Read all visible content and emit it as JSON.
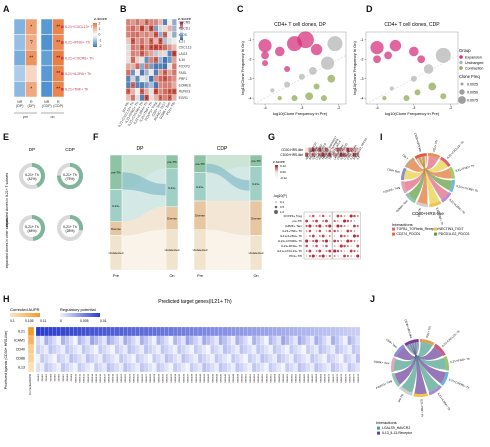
{
  "panel_labels": [
    "A",
    "B",
    "C",
    "D",
    "E",
    "F",
    "G",
    "H",
    "I",
    "J"
  ],
  "panelA": {
    "legend_title": "z-score",
    "legend_ticks": [
      "2",
      "1",
      "0",
      "-1",
      "-2"
    ],
    "group_labels": [
      "pre",
      "on"
    ],
    "col_labels": [
      "NR (DP)",
      "R (DP)",
      "NR (CDP)",
      "R (CDP)"
    ],
    "row_labels": [
      "IL21+CXCL13+ Th",
      "IL21+IFNG+ Th",
      "IL21+CXCR6+ Th",
      "IL21+IL2RA+ Th",
      "IL21+TNF+ Th"
    ],
    "marks": [
      [
        "",
        "*",
        "",
        "**"
      ],
      [
        "",
        "?",
        "",
        "**"
      ],
      [
        "",
        "**",
        "",
        "**"
      ],
      [
        "",
        "",
        "",
        "**"
      ],
      [
        "",
        "*",
        "",
        "**"
      ]
    ],
    "colors": {
      "high": "#e9773a",
      "low": "#2f7fc9"
    }
  },
  "panelB": {
    "row_labels": [
      "CXCR5",
      "PDCD1",
      "ICOS",
      "IL21",
      "CXCL13",
      "LAG3",
      "IL10",
      "FOXP3",
      "FASL",
      "PRF1",
      "EOMES",
      "RUNX3",
      "EGR1"
    ],
    "col_labels": [
      "pre-Tfh",
      "IL21+CXCL13+ Th",
      "IL21+IFNG+ Th",
      "IL21+CXCR6+ Th",
      "IL21+IL2RA+ Th",
      "IL21+TNF+ Th",
      "FOXP3+ Treg",
      "CD8+ Tem",
      "RORC+ Th17",
      "GZMK+ Tem",
      "PD1+ Tfh"
    ]
  },
  "panelC": {
    "title": "CD4+ T cell clones, DP",
    "xlabel": "log10(Clone Frequency in Pre)",
    "ylabel": "log10(Clone Frequency in On)",
    "x_ticks": [
      "-4",
      "-3",
      "-2"
    ],
    "y_ticks": [
      "-1",
      "-2",
      "-3",
      "-4"
    ]
  },
  "panelD": {
    "title": "CD4+ T cell clones, CDP",
    "xlabel": "log10(Clone Frequency in Pre)",
    "ylabel": "log10(Clone Frequency in On)",
    "x_ticks": [
      "-4",
      "-3",
      "-2"
    ],
    "y_ticks": [
      "-1",
      "-2",
      "-3",
      "-4"
    ]
  },
  "legend_CD": {
    "group_title": "Group",
    "groups": [
      {
        "name": "Expansion",
        "color": "#d6337f"
      },
      {
        "name": "Unchanged",
        "color": "#b6b6b6"
      },
      {
        "name": "Contraction",
        "color": "#8faa56"
      }
    ],
    "size_title": "Clone Freq",
    "sizes": [
      "0.0025",
      "0.0050",
      "0.0075"
    ]
  },
  "panelE": {
    "col_titles": [
      "DP",
      "CDP"
    ],
    "row_titles": [
      "expanded clones in IL21+ T subsets",
      "expanded clones in other subsets"
    ],
    "donuts": [
      {
        "center": "IL21+ Th (42%)",
        "pct": 42
      },
      {
        "center": "IL21+ Th (75%)",
        "pct": 75
      },
      {
        "center": "IL21+ Th (48%)",
        "pct": 48
      },
      {
        "center": "IL21+ Th (28%)",
        "pct": 28
      }
    ],
    "colors": {
      "main": "#7fb59a",
      "rest": "#d9d9d9"
    }
  },
  "panelF": {
    "titles": [
      "DP",
      "CDP"
    ],
    "axis_labels": [
      "Pre",
      "On",
      "Pre",
      "On"
    ],
    "block_labels": [
      "pre-Tfh",
      "IL21+ CXCL13+ Th",
      "Diverse",
      "Undetected"
    ],
    "colors": {
      "pretfh": "#8fc3a5",
      "il21": "#9fcfc5",
      "diverse": "#e7c7a2",
      "undetected": "#f1e4ce",
      "flow": "#6fb0c2"
    }
  },
  "panelG": {
    "top_rows": [
      "CD30-HRS-like",
      "CD30+HRS-like"
    ],
    "legend_title": "z-score",
    "legend_ticks": [
      "0.12",
      "0.00",
      "-0.12"
    ],
    "col_groups_left": [
      "NECTIN3_TIGIT",
      "SELE_CD44",
      "ICAM1_ITGB2",
      "CD40_CD40LG",
      "PVR_TIGIT",
      "TNFSF13_TNFRSF17",
      "TNFSF8_TNFRSF8",
      "TNFRSF14_BTLA"
    ],
    "col_groups_right": [
      "LAMB3_CD44",
      "CD274_PDCD1",
      "ICOS",
      "LGALS9",
      "CD86_CTLA4",
      "IL21R_IL21",
      "PDCD1LG2_PDCD1",
      "IL2"
    ],
    "size_title": "-log10(P)",
    "size_ticks": [
      "0.1",
      "0.5",
      "1.0"
    ],
    "bottom_rows": [
      "FOXP3+ Treg",
      "pre-Tfh",
      "GZMK+ Tem",
      "IL21+TNF+ Th",
      "IL21+IL2RA+ Th",
      "IL21+CXCR6+ Th",
      "IL21+IFNG+ Th",
      "IL21+CXCL13+ Th",
      "PD1+ Tfh"
    ]
  },
  "panelH": {
    "title": "Predicted target genes(IL21+ Th)",
    "legend1_title": "Corrected AUPR",
    "legend1_ticks": [
      "0.1",
      "0.105",
      "0.11"
    ],
    "legend2_title": "Regulatory potential",
    "legend2_ticks": [
      "0",
      "0.005",
      "0.01"
    ],
    "row_labels": [
      "IL21",
      "ICAM1",
      "CD40",
      "CD86",
      "IL13"
    ],
    "ylabel": "Prioritized ligands (CD30+ HRS-like)",
    "aupr_label": "Corrected AUPR"
  },
  "panelI": {
    "center_label": "CD30+HRS-like",
    "legend_title": "Interactions",
    "interactions": [
      {
        "name": "TGFB1_TGFbeta_Receptor",
        "color": "#e0637b"
      },
      {
        "name": "NECTIN3_TIGIT",
        "color": "#e5ce3c"
      },
      {
        "name": "CD274_PDCD1",
        "color": "#e36f2e"
      },
      {
        "name": "PDCD1LG2_PDCD1",
        "color": "#5d9a3a"
      }
    ],
    "sector_labels": [
      "PD1+ Tfh",
      "IL21+CXCL13+ Th",
      "IL21+IFNG+ Th",
      "IL21+CXCR6+ Th",
      "IL21+IL2RA+ Th",
      "IL21+TNF+ Th",
      "pre-Tfh",
      "GZMK+ Tem",
      "FOXP3+ Treg",
      "CD8+ Tem",
      "DN T",
      "CD30+HRS-like"
    ]
  },
  "panelJ": {
    "legend_title": "Interactions",
    "interactions": [
      {
        "name": "LGALS9_HAVCR2",
        "color": "#4aa08a"
      },
      {
        "name": "IL13_IL13-Receptor",
        "color": "#6a3d9a"
      }
    ],
    "sector_labels": [
      "PD1+ Tfh",
      "IL21+CXCL13+ Th",
      "IL21+IFNG+ Th",
      "IL21+CXCR6+ Th",
      "IL21+IL2RA+ Th",
      "IL21+TNF+ Th",
      "pre-Tfh",
      "FOXP3+ Treg",
      "GZMK+ Tem",
      "CD8+ Tem",
      "CD30+HRS-like"
    ]
  },
  "chart_data": [
    {
      "type": "heatmap",
      "panel": "A",
      "categories": [
        "NR (DP) pre",
        "R (DP) pre",
        "NR (CDP) on",
        "R (CDP) on"
      ],
      "rows": [
        "IL21+CXCL13+ Th",
        "IL21+IFNG+ Th",
        "IL21+CXCR6+ Th",
        "IL21+IL2RA+ Th",
        "IL21+TNF+ Th"
      ],
      "values": [
        [
          -1.2,
          1.4,
          -1.6,
          1.8
        ],
        [
          -1.0,
          1.2,
          -1.7,
          1.7
        ],
        [
          -1.3,
          1.6,
          -1.5,
          1.9
        ],
        [
          -0.8,
          0.6,
          -1.6,
          1.8
        ],
        [
          -1.1,
          1.3,
          -1.7,
          1.8
        ]
      ],
      "legend_ticks": [
        "2",
        "1",
        "0",
        "-1",
        "-2"
      ]
    },
    {
      "type": "heatmap",
      "panel": "B"
    },
    {
      "type": "scatter",
      "panel": "C",
      "title": "CD4+ T cell clones, DP",
      "xlabel": "log10(Clone Frequency in Pre)",
      "ylabel": "log10(Clone Frequency in On)",
      "series": [
        {
          "name": "Expansion",
          "points": [
            [
              -4,
              -1.3,
              0.006
            ],
            [
              -4,
              -1.8,
              0.003
            ],
            [
              -4,
              -2.2,
              0.002
            ],
            [
              -3.6,
              -1.6,
              0.004
            ],
            [
              -3.2,
              -1.2,
              0.007
            ],
            [
              -2.9,
              -1.0,
              0.008
            ],
            [
              -2.6,
              -1.5,
              0.005
            ],
            [
              -3.4,
              -2.5,
              0.002
            ]
          ]
        },
        {
          "name": "Unchanged",
          "points": [
            [
              -3.8,
              -3.6,
              0.001
            ],
            [
              -3.4,
              -3.3,
              0.002
            ],
            [
              -3.0,
              -2.9,
              0.002
            ],
            [
              -2.7,
              -2.6,
              0.003
            ],
            [
              -2.3,
              -2.2,
              0.006
            ],
            [
              -2.1,
              -1.2,
              0.007
            ]
          ]
        },
        {
          "name": "Contraction",
          "points": [
            [
              -3.6,
              -4.0,
              0.001
            ],
            [
              -3.2,
              -4.0,
              0.002
            ],
            [
              -2.8,
              -3.9,
              0.003
            ],
            [
              -2.6,
              -3.4,
              0.002
            ],
            [
              -2.4,
              -4.0,
              0.002
            ],
            [
              -2.2,
              -3.0,
              0.003
            ]
          ]
        }
      ]
    },
    {
      "type": "scatter",
      "panel": "D",
      "title": "CD4+ T cell clones, CDP",
      "xlabel": "log10(Clone Frequency in Pre)",
      "ylabel": "log10(Clone Frequency in On)",
      "series": [
        {
          "name": "Expansion",
          "points": [
            [
              -4,
              -1.4,
              0.006
            ],
            [
              -4,
              -2.0,
              0.003
            ],
            [
              -3.7,
              -1.8,
              0.003
            ],
            [
              -3.5,
              -1.3,
              0.005
            ],
            [
              -3.0,
              -1.6,
              0.004
            ],
            [
              -2.8,
              -2.0,
              0.003
            ]
          ]
        },
        {
          "name": "Unchanged",
          "points": [
            [
              -3.6,
              -3.5,
              0.001
            ],
            [
              -3.0,
              -3.0,
              0.002
            ],
            [
              -2.6,
              -2.5,
              0.004
            ],
            [
              -2.2,
              -1.8,
              0.007
            ]
          ]
        },
        {
          "name": "Contraction",
          "points": [
            [
              -3.8,
              -4.0,
              0.001
            ],
            [
              -3.2,
              -4.0,
              0.002
            ],
            [
              -2.9,
              -3.7,
              0.002
            ],
            [
              -2.5,
              -3.4,
              0.003
            ],
            [
              -2.2,
              -3.9,
              0.002
            ]
          ]
        }
      ]
    },
    {
      "type": "pie",
      "panel": "E",
      "values": [
        42,
        75,
        48,
        28
      ]
    },
    {
      "type": "heatmap",
      "panel": "H",
      "rows": [
        "IL21",
        "ICAM1",
        "CD40",
        "CD86",
        "IL13"
      ],
      "aupr": [
        0.112,
        0.108,
        0.104,
        0.103,
        0.101
      ]
    }
  ]
}
